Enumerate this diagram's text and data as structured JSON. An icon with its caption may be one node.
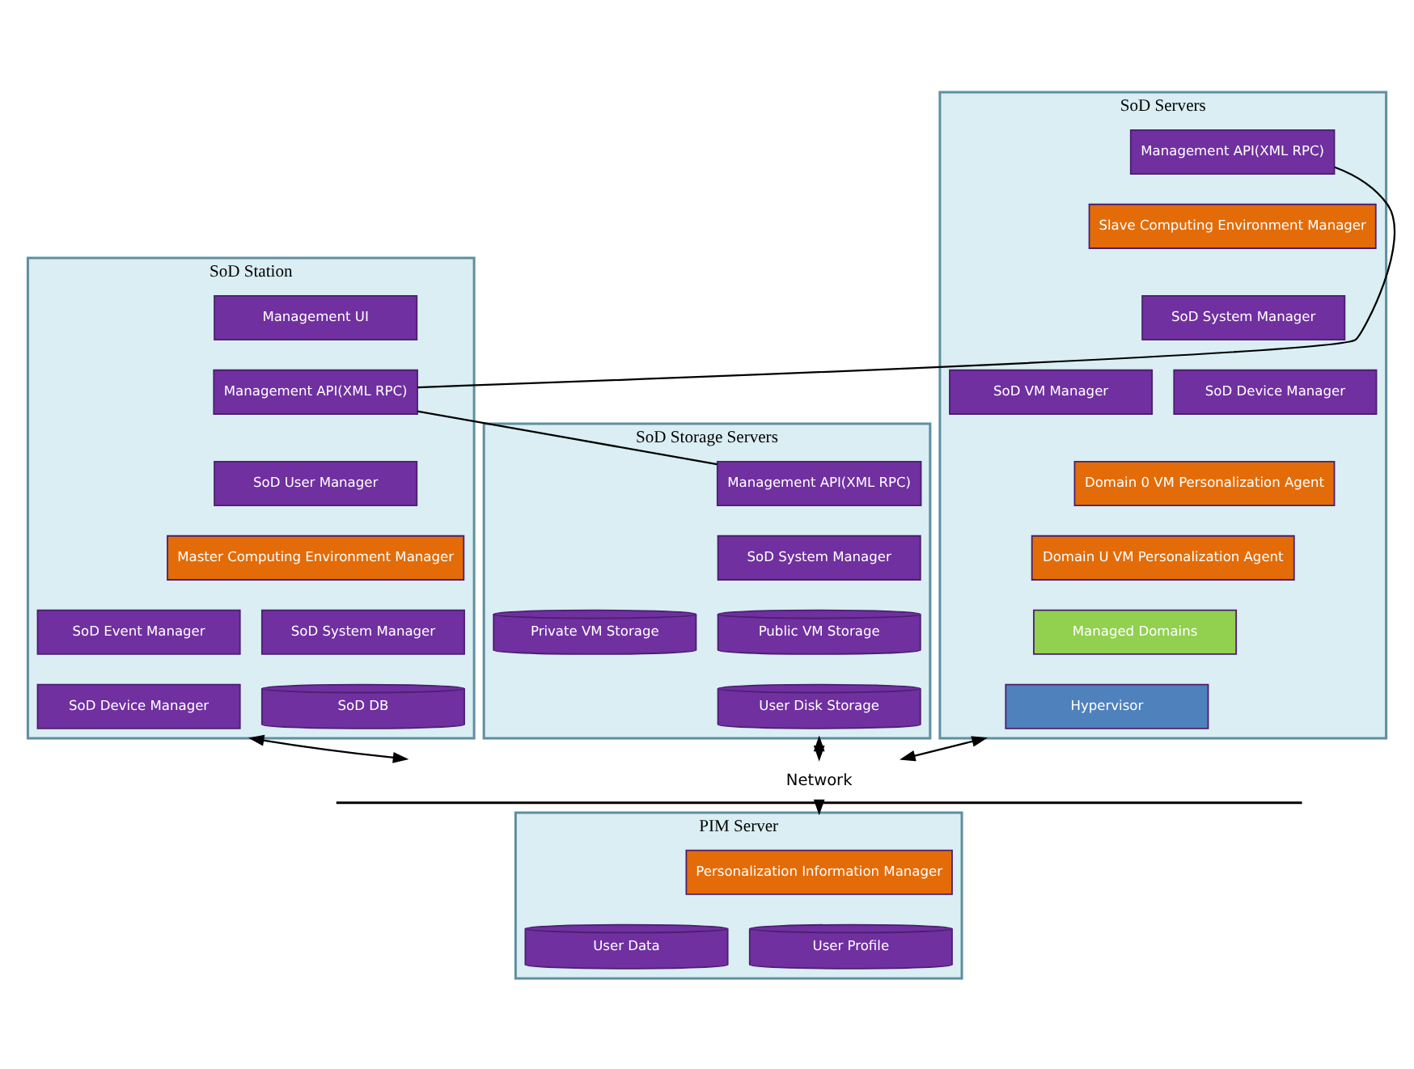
{
  "diagram": {
    "nodes": [
      {
        "text": [
          "SoD Storage Servers"
        ]
      },
      {
        "text": [
          "Management API(XML RPC)"
        ],
        "in": 0
      },
      {
        "text": [
          "SoD System Manager"
        ],
        "in": 0
      },
      {
        "text": [
          "Public VM Storage"
        ],
        "in": 0
      },
      {
        "text": [
          "Private VM Storage"
        ],
        "in": 0
      },
      {
        "text": [
          "User Disk Storage"
        ],
        "in": 0
      },
      {
        "text": [
          "SoD Station"
        ]
      },
      {
        "text": [
          "Management UI"
        ],
        "in": 6
      },
      {
        "text": [
          "Management API(XML RPC)"
        ],
        "in": 6
      },
      {
        "text": [
          "SoD User Manager"
        ],
        "in": 6
      },
      {
        "text": [
          "Master Computing Environment Manager"
        ],
        "in": 6
      },
      {
        "text": [
          "SoD System Manager"
        ],
        "in": 6
      },
      {
        "text": [
          "SoD Event Manager"
        ],
        "in": 6
      },
      {
        "text": [
          "SoD DB"
        ],
        "in": 6
      },
      {
        "text": [
          "SoD Device Manager"
        ],
        "in": 6
      },
      {
        "text": [
          "SoD Servers"
        ]
      },
      {
        "text": [
          "Management API(XML RPC)"
        ],
        "in": 15
      },
      {
        "text": [
          "Slave Computing Environment Manager"
        ],
        "in": 15
      },
      {
        "text": [
          "SoD System Manager"
        ],
        "in": 15
      },
      {
        "text": [
          "SoD Device Manager"
        ],
        "in": 15
      },
      {
        "text": [
          "SoD VM Manager"
        ],
        "in": 15
      },
      {
        "text": [
          "Domain 0 VM Personalization Agent"
        ],
        "in": 15
      },
      {
        "text": [
          "Domain U VM Personalization Agent"
        ],
        "in": 15
      },
      {
        "text": [
          "Managed Domains"
        ],
        "in": 15
      },
      {
        "text": [
          "Hypervisor"
        ],
        "in": 15
      },
      {
        "text": [
          "Network"
        ]
      },
      {
        "text": [
          "PIM Server"
        ]
      },
      {
        "text": [
          "Personalization Information Manager"
        ],
        "in": 26
      },
      {
        "text": [
          "User Profile"
        ],
        "in": 26
      },
      {
        "text": [
          "User Data"
        ],
        "in": 26
      }
    ],
    "edges": [
      {
        "from": 1,
        "to": 8,
        "arrow": "none"
      },
      {
        "from": 8,
        "to": 16,
        "arrow": "none"
      },
      {
        "from": 0,
        "to": 25,
        "arrow": "both"
      },
      {
        "from": 6,
        "to": 25,
        "arrow": "both"
      },
      {
        "from": 15,
        "to": 25,
        "arrow": "both"
      },
      {
        "from": 25,
        "to": 26,
        "arrow": "to"
      }
    ]
  }
}
